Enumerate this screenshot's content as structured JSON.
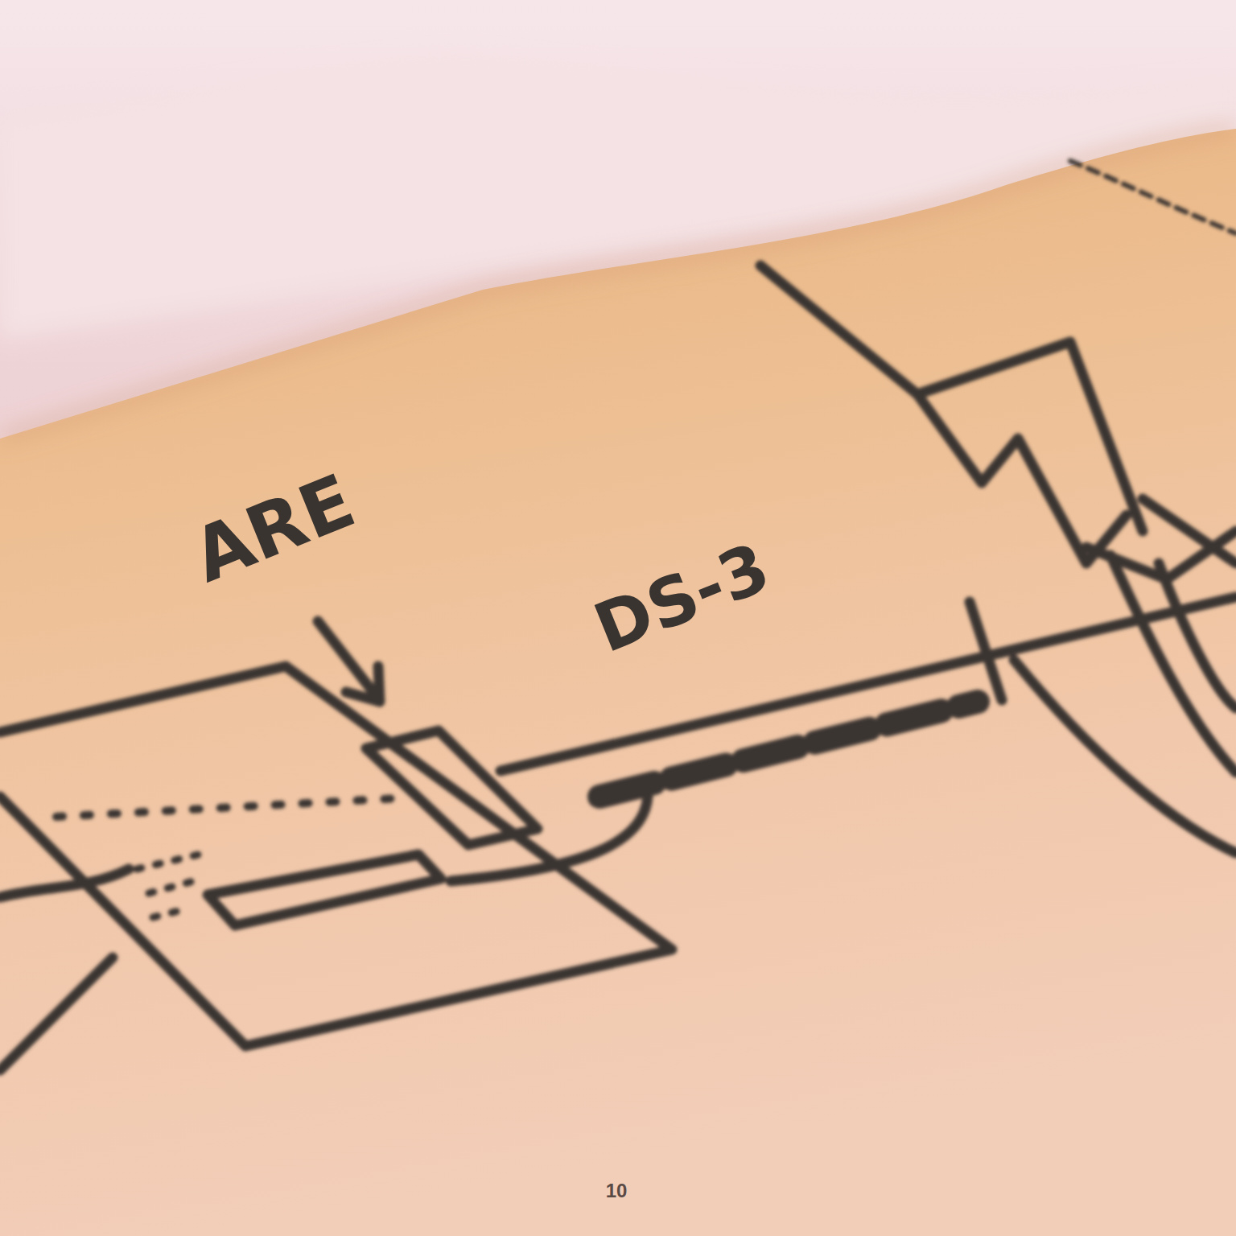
{
  "diagram": {
    "labels": [
      "ARE",
      "DS-3",
      "10"
    ]
  }
}
